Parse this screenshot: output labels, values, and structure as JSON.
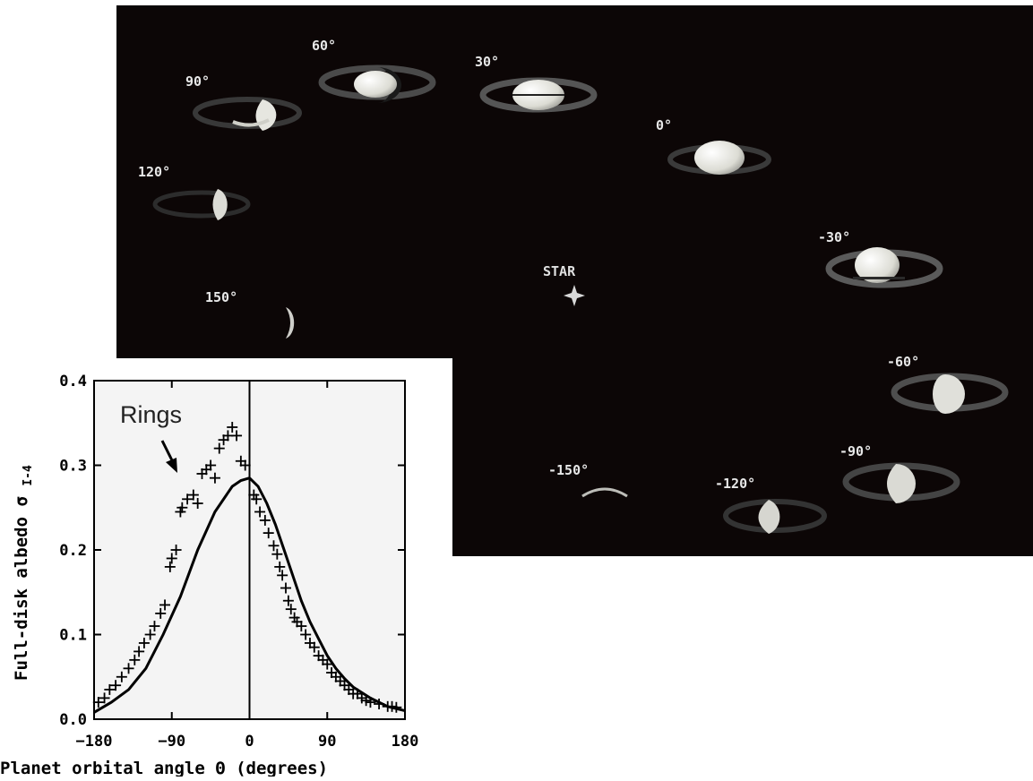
{
  "orbit_figure": {
    "star_label": "STAR",
    "planets": [
      {
        "angle_label": "0°",
        "phase": "full"
      },
      {
        "angle_label": "30°",
        "phase": "gibbous"
      },
      {
        "angle_label": "60°",
        "phase": "gibbous"
      },
      {
        "angle_label": "90°",
        "phase": "half"
      },
      {
        "angle_label": "120°",
        "phase": "crescent"
      },
      {
        "angle_label": "150°",
        "phase": "thin-crescent"
      },
      {
        "angle_label": "-30°",
        "phase": "gibbous"
      },
      {
        "angle_label": "-60°",
        "phase": "gibbous"
      },
      {
        "angle_label": "-90°",
        "phase": "half"
      },
      {
        "angle_label": "-120°",
        "phase": "crescent"
      },
      {
        "angle_label": "-150°",
        "phase": "thin-crescent"
      }
    ],
    "colors": {
      "background": "#0c0606",
      "planet": "#f2f0ea",
      "ring": "#6a6a6a"
    }
  },
  "chart_data": {
    "type": "scatter",
    "xlabel": "Planet orbital angle Θ (degrees)",
    "ylabel": "Full-disk albedo σ",
    "ylabel_subscript": "I-4",
    "annotation": "Rings",
    "xlim": [
      -180,
      180
    ],
    "ylim": [
      0.0,
      0.4
    ],
    "xticks": [
      -180,
      -90,
      0,
      90,
      180
    ],
    "xtick_labels": [
      "−180",
      "−90",
      "0",
      "90",
      "180"
    ],
    "yticks": [
      0.0,
      0.1,
      0.2,
      0.3,
      0.4
    ],
    "ytick_labels": [
      "0.0",
      "0.1",
      "0.2",
      "0.3",
      "0.4"
    ],
    "vertical_line_x": 0,
    "series": [
      {
        "kind": "points",
        "x": [
          -175,
          -168,
          -162,
          -155,
          -148,
          -140,
          -133,
          -128,
          -122,
          -115,
          -110,
          -103,
          -98,
          -92,
          -90,
          -85,
          -80,
          -78,
          -72,
          -65,
          -60,
          -55,
          -50,
          -45,
          -40,
          -35,
          -30,
          -25,
          -20,
          -15,
          -10,
          -5,
          5,
          8,
          12,
          18,
          22,
          28,
          32,
          35,
          38,
          42,
          45,
          48,
          52,
          55,
          60,
          65,
          70,
          75,
          80,
          85,
          90,
          95,
          100,
          105,
          110,
          115,
          120,
          125,
          130,
          135,
          140,
          150,
          160,
          165,
          170
        ],
        "y": [
          0.02,
          0.025,
          0.035,
          0.04,
          0.05,
          0.06,
          0.07,
          0.08,
          0.09,
          0.1,
          0.11,
          0.125,
          0.135,
          0.18,
          0.19,
          0.2,
          0.245,
          0.25,
          0.26,
          0.265,
          0.255,
          0.29,
          0.295,
          0.3,
          0.285,
          0.32,
          0.33,
          0.335,
          0.345,
          0.335,
          0.305,
          0.3,
          0.265,
          0.26,
          0.245,
          0.235,
          0.22,
          0.205,
          0.195,
          0.18,
          0.17,
          0.155,
          0.14,
          0.13,
          0.12,
          0.115,
          0.11,
          0.1,
          0.09,
          0.085,
          0.075,
          0.07,
          0.065,
          0.055,
          0.05,
          0.045,
          0.04,
          0.035,
          0.03,
          0.03,
          0.025,
          0.022,
          0.02,
          0.018,
          0.015,
          0.015,
          0.014
        ]
      },
      {
        "kind": "line",
        "x": [
          -180,
          -160,
          -140,
          -120,
          -100,
          -80,
          -60,
          -40,
          -20,
          -10,
          0,
          10,
          20,
          30,
          40,
          50,
          60,
          70,
          80,
          90,
          100,
          110,
          120,
          140,
          160,
          180
        ],
        "y": [
          0.008,
          0.02,
          0.035,
          0.06,
          0.1,
          0.145,
          0.2,
          0.245,
          0.275,
          0.282,
          0.285,
          0.275,
          0.255,
          0.23,
          0.2,
          0.17,
          0.14,
          0.115,
          0.095,
          0.075,
          0.06,
          0.048,
          0.038,
          0.025,
          0.015,
          0.01
        ]
      }
    ]
  }
}
